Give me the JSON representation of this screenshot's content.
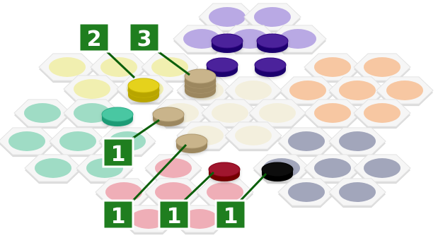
{
  "board": {
    "name": "hex-star-board",
    "regions": [
      {
        "id": "purple",
        "spot_color": "#b9a9e4",
        "hex_color": "#f6f6f6"
      },
      {
        "id": "yellow",
        "spot_color": "#f1efb0",
        "hex_color": "#f6f6f6"
      },
      {
        "id": "orange",
        "spot_color": "#f7c7a2",
        "hex_color": "#f6f6f6"
      },
      {
        "id": "teal",
        "spot_color": "#9fdcc5",
        "hex_color": "#f6f6f6"
      },
      {
        "id": "center",
        "spot_color": "#f3efdd",
        "hex_color": "#f6f6f6"
      },
      {
        "id": "slate",
        "spot_color": "#a2a6bb",
        "hex_color": "#f6f6f6"
      },
      {
        "id": "pink",
        "spot_color": "#efaeb7",
        "hex_color": "#f6f6f6"
      }
    ]
  },
  "pieces": [
    {
      "color": "purple",
      "hex": "#4b209b",
      "stack": 1
    },
    {
      "color": "purple",
      "hex": "#4b209b",
      "stack": 1
    },
    {
      "color": "purple",
      "hex": "#4b209b",
      "stack": 1
    },
    {
      "color": "purple",
      "hex": "#4b209b",
      "stack": 1
    },
    {
      "color": "yellow",
      "hex": "#e5d21e",
      "stack": 2
    },
    {
      "color": "wood",
      "hex": "#c9b48b",
      "stack": 3
    },
    {
      "color": "mint",
      "hex": "#48c7a2",
      "stack": 1
    },
    {
      "color": "wood",
      "hex": "#c9b48b",
      "stack": 1
    },
    {
      "color": "wood",
      "hex": "#c9b48b",
      "stack": 1
    },
    {
      "color": "crimson",
      "hex": "#a0122e",
      "stack": 1
    },
    {
      "color": "black",
      "hex": "#0a0a0a",
      "stack": 1
    }
  ],
  "labels": {
    "badge_yellow_stack": "2",
    "badge_wood_stack": "3",
    "badge_wood_single_1": "1",
    "badge_wood_single_2": "1",
    "badge_crimson": "1",
    "badge_black": "1"
  },
  "colors": {
    "badge_bg": "#1f7e1f",
    "badge_border": "#ffffff",
    "leader": "#0b5f0b"
  }
}
